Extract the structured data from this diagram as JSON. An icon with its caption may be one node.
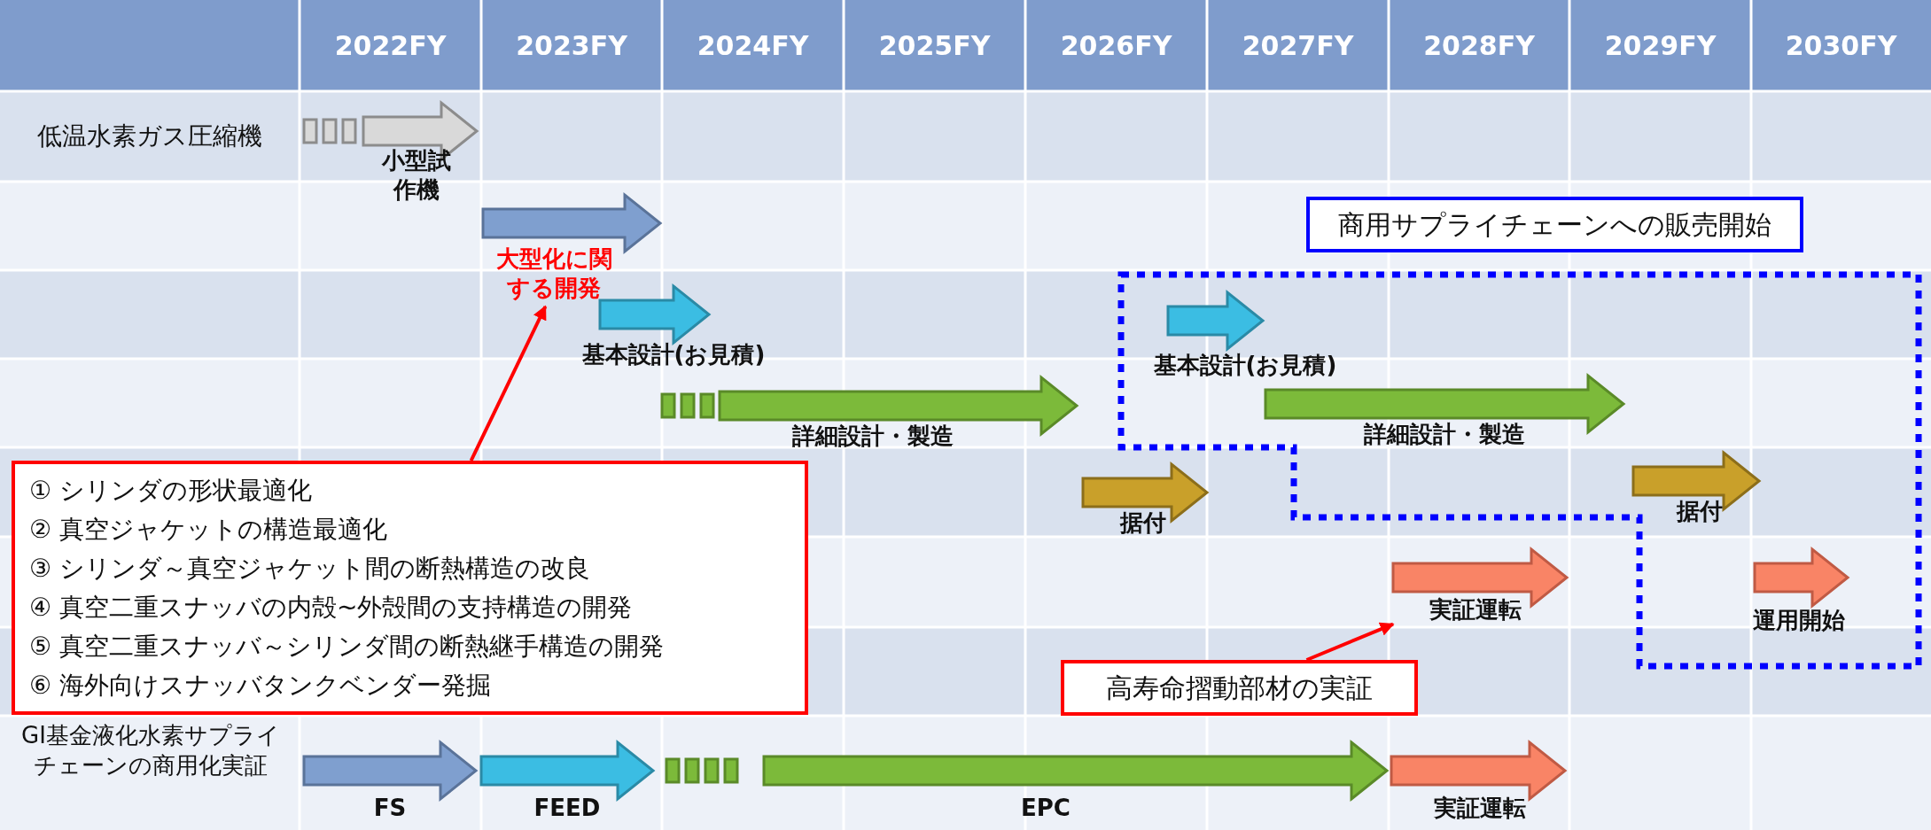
{
  "diagram": {
    "nodes": [
      {
        "text": [
          "小型試作機"
        ]
      },
      {
        "text": [
          "大型化に関する開発"
        ]
      },
      {
        "text": [
          "基本設計(お見積)"
        ]
      },
      {
        "text": [
          "詳細設計・製造"
        ]
      },
      {
        "text": [
          "据付"
        ]
      },
      {
        "text": [
          "商用サプライチェーンへの販売開始"
        ]
      },
      {
        "text": [
          "基本設計(お見積)"
        ]
      },
      {
        "text": [
          "詳細設計・製造"
        ]
      },
      {
        "text": [
          "据付"
        ]
      },
      {
        "text": [
          "実証運転"
        ]
      },
      {
        "text": [
          "運用開始"
        ]
      },
      {
        "text": [
          "高寿命摺動部材の実証"
        ]
      },
      {
        "text": [
          "① シリンダの形状最適化",
          "② 真空ジャケットの構造最適化",
          "③ シリンダ～真空ジャケット間の断熱構造の改良",
          "④ 真空二重スナッバの内殻~外殻間の支持構造の開発",
          "⑤ 真空二重スナッバ～シリンダ間の断熱継手構造の開発",
          "⑥ 海外向けスナッバタンクベンダー発掘"
        ]
      },
      {
        "text": [
          "FS"
        ]
      },
      {
        "text": [
          "FEED"
        ]
      },
      {
        "text": [
          "EPC"
        ]
      },
      {
        "text": [
          "実証運転"
        ]
      }
    ],
    "edges": [
      {
        "from": 12,
        "to": 1,
        "arrow": "to"
      },
      {
        "from": 11,
        "to": 9,
        "arrow": "to"
      }
    ],
    "labels": [
      "2022FY",
      "2023FY",
      "2024FY",
      "2025FY",
      "2026FY",
      "2027FY",
      "2028FY",
      "2029FY",
      "2030FY",
      "低温水素ガス圧縮機",
      "GI基金液化水素サプライチェーンの商用化実証"
    ]
  }
}
